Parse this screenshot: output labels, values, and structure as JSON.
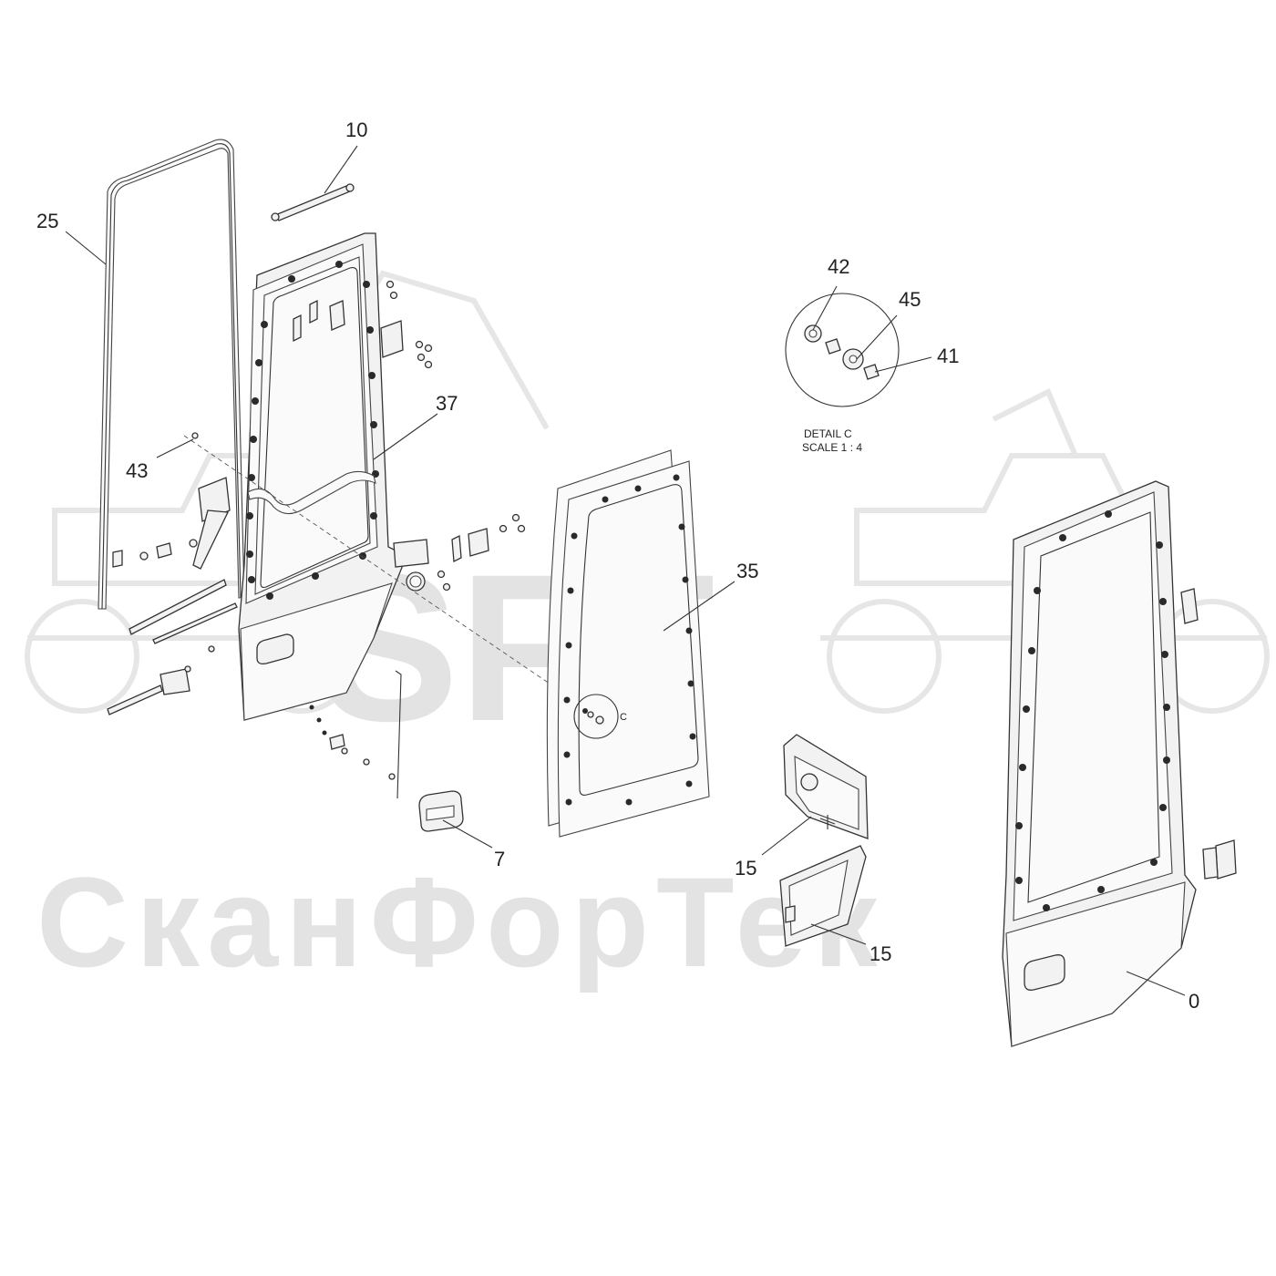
{
  "watermark": {
    "brand": "SFT",
    "name": "СканФорТек",
    "colors": {
      "watermark": "#e3e3e3",
      "line": "#333333"
    }
  },
  "callouts": {
    "c10": "10",
    "c25": "25",
    "c42": "42",
    "c45": "45",
    "c41": "41",
    "c37": "37",
    "c43": "43",
    "c35": "35",
    "c7": "7",
    "c15a": "15",
    "c15b": "15",
    "c0": "0"
  },
  "detail": {
    "title": "DETAIL C",
    "scale": "SCALE 1 : 4",
    "marker": "C"
  }
}
